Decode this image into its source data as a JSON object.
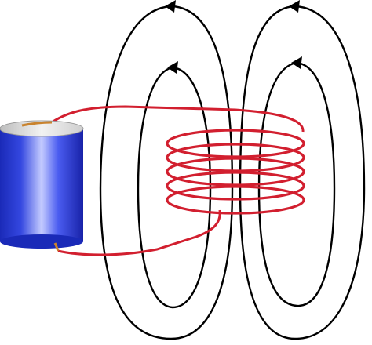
{
  "diagram": {
    "subject": "solenoid-magnetic-field",
    "components": [
      "battery",
      "coil",
      "lead-wires",
      "field-lines"
    ],
    "coil_turns": 5,
    "field_line_count": 4,
    "field_direction": "up",
    "colors": {
      "background": "#ffffff",
      "wire": "#d21f2f",
      "field_line": "#000000",
      "battery_body_dark": "#1f2fd6",
      "battery_body_light": "#b9c2ff",
      "battery_top": "#e6e6e6",
      "terminal": "#c9832e"
    }
  }
}
